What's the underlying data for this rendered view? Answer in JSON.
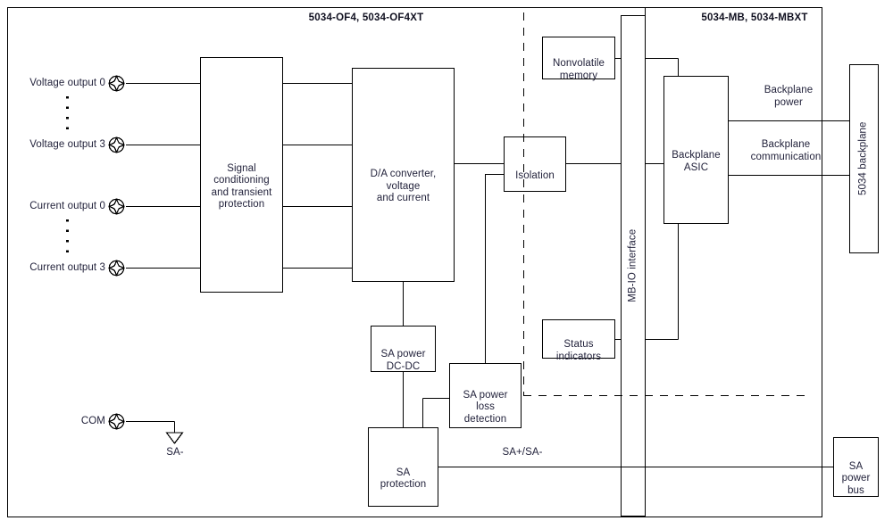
{
  "diagram": {
    "type": "block-diagram",
    "title_left": "5034-OF4, 5034-OF4XT",
    "title_right": "5034-MB, 5034-MBXT",
    "line_color": "#000000",
    "text_color": "#22223b",
    "background": "#ffffff"
  },
  "terminals": [
    {
      "id": "voltage-output-0",
      "label": "Voltage output 0"
    },
    {
      "id": "voltage-output-3",
      "label": "Voltage output 3"
    },
    {
      "id": "current-output-0",
      "label": "Current output 0"
    },
    {
      "id": "current-output-3",
      "label": "Current output 3"
    },
    {
      "id": "com",
      "label": "COM"
    }
  ],
  "blocks": [
    {
      "id": "signal-conditioning",
      "label": "Signal\nconditioning\nand transient\nprotection"
    },
    {
      "id": "da-converter",
      "label": "D/A converter,\nvoltage\nand current"
    },
    {
      "id": "isolation",
      "label": "Isolation"
    },
    {
      "id": "nonvolatile-memory",
      "label": "Nonvolatile\nmemory"
    },
    {
      "id": "status-indicators",
      "label": "Status\nindicators"
    },
    {
      "id": "mb-io-interface",
      "label": "MB-IO interface"
    },
    {
      "id": "backplane-asic",
      "label": "Backplane\nASIC"
    },
    {
      "id": "backplane-5034",
      "label": "5034 backplane"
    },
    {
      "id": "sa-power-dcdc",
      "label": "SA power\nDC-DC"
    },
    {
      "id": "sa-power-loss-detection",
      "label": "SA power\nloss\ndetection"
    },
    {
      "id": "sa-protection",
      "label": "SA\nprotection"
    },
    {
      "id": "sa-power-bus",
      "label": "SA\npower\nbus"
    }
  ],
  "connection_labels": [
    {
      "id": "backplane-power",
      "label": "Backplane\npower"
    },
    {
      "id": "backplane-communication",
      "label": "Backplane\ncommunication"
    },
    {
      "id": "sa-plus-minus",
      "label": "SA+/SA-"
    },
    {
      "id": "sa-minus",
      "label": "SA-"
    }
  ]
}
